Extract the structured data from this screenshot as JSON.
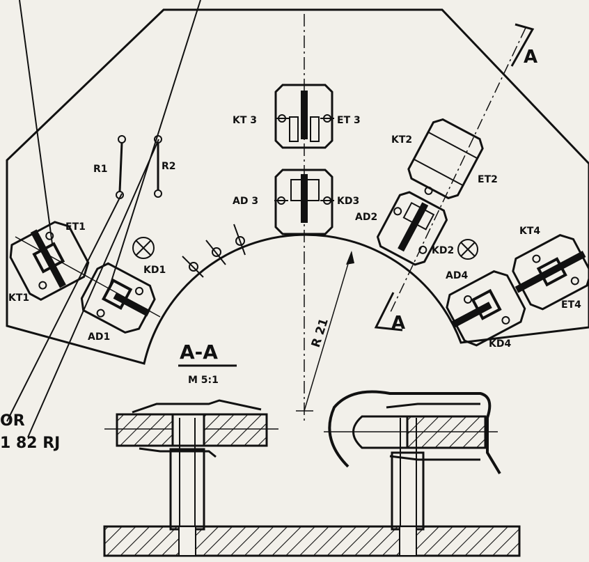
{
  "labels": {
    "kt3": "KT 3",
    "et3": "ET 3",
    "ad3": "AD 3",
    "kd3": "KD3",
    "kt2": "KT2",
    "et2": "ET2",
    "ad2": "AD2",
    "kd2": "KD2",
    "r1": "R1",
    "r2": "R2",
    "et1": "ET1",
    "kt1": "KT1",
    "kd1": "KD1",
    "ad1": "AD1",
    "ad4": "AD4",
    "kt4": "KT4",
    "et4": "ET4",
    "kd4": "KD4",
    "section_marker_top": "A",
    "section_marker_bottom": "A",
    "radius": "R 21",
    "section_title": "A-A",
    "scale": "M 5:1",
    "callout_left_1": "OR",
    "callout_left_2": "1 82 RJ"
  },
  "colors": {
    "ink": "#111111",
    "paper": "#f2f0ea"
  }
}
